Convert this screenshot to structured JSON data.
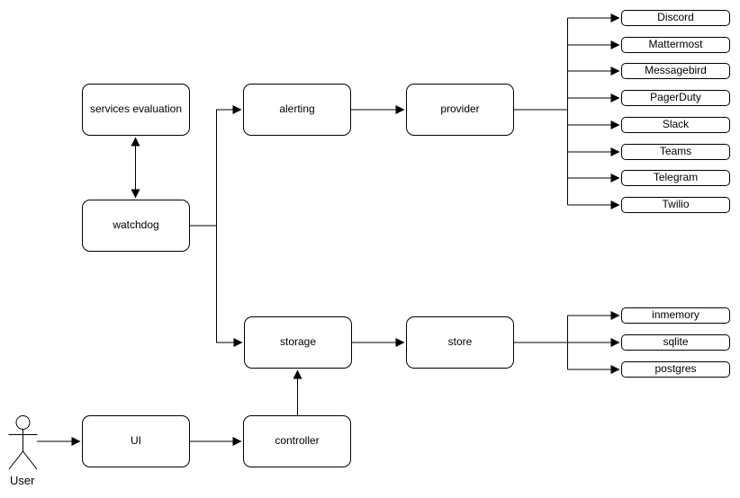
{
  "canvas": {
    "background": "#ffffff",
    "stroke_color": "#000000",
    "node_fill": "#ffffff"
  },
  "actor": {
    "label": "User"
  },
  "nodes": {
    "services_evaluation": "services evaluation",
    "watchdog": "watchdog",
    "alerting": "alerting",
    "provider": "provider",
    "storage": "storage",
    "store": "store",
    "ui": "UI",
    "controller": "controller"
  },
  "providers": [
    "Discord",
    "Mattermost",
    "Messagebird",
    "PagerDuty",
    "Slack",
    "Teams",
    "Telegram",
    "Twilio"
  ],
  "stores": [
    "inmemory",
    "sqlite",
    "postgres"
  ],
  "edges": [
    "watchdog <-> services evaluation",
    "watchdog -> alerting",
    "watchdog -> storage",
    "alerting -> provider",
    "provider -> Discord",
    "provider -> Mattermost",
    "provider -> Messagebird",
    "provider -> PagerDuty",
    "provider -> Slack",
    "provider -> Teams",
    "provider -> Telegram",
    "provider -> Twilio",
    "storage -> store",
    "store -> inmemory",
    "store -> sqlite",
    "store -> postgres",
    "controller -> storage",
    "UI -> controller",
    "User -> UI"
  ]
}
